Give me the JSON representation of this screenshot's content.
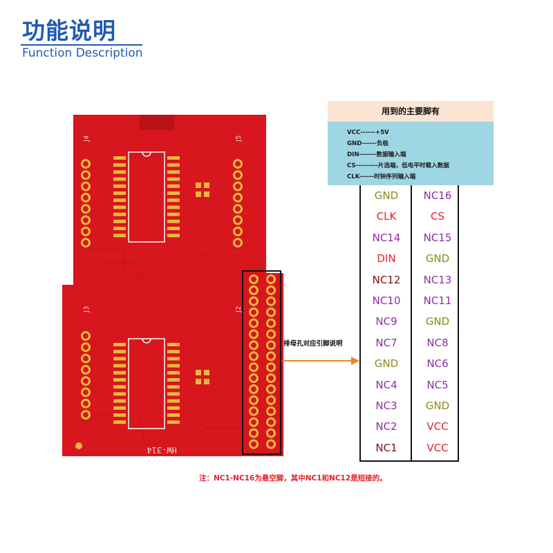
{
  "title": {
    "cn": "功能说明",
    "en": "Function Description"
  },
  "board": {
    "labels": {
      "j4": "J4",
      "j5": "J5",
      "j3": "J3",
      "j2": "J2",
      "model": "HW-314"
    }
  },
  "pinout": {
    "header": "用到的主要脚有",
    "legend": [
      "VCC------+5V",
      "GND------负极",
      "DIN-------数据输入端",
      "CS---------片选端，低电平时载入数据",
      "CLK------时钟序列输入端"
    ],
    "rows": [
      {
        "left": "GND",
        "right": "NC16",
        "left_color": "#8a8a1e",
        "right_color": "#8a2fa0"
      },
      {
        "left": "CLK",
        "right": "CS",
        "left_color": "#e5202a",
        "right_color": "#e5202a"
      },
      {
        "left": "NC14",
        "right": "NC15",
        "left_color": "#8a2fa0",
        "right_color": "#8a2fa0"
      },
      {
        "left": "DIN",
        "right": "GND",
        "left_color": "#e5202a",
        "right_color": "#8a8a1e"
      },
      {
        "left": "NC12",
        "right": "NC13",
        "left_color": "#7a1010",
        "right_color": "#8a2fa0"
      },
      {
        "left": "NC10",
        "right": "NC11",
        "left_color": "#8a2fa0",
        "right_color": "#8a2fa0"
      },
      {
        "left": "NC9",
        "right": "GND",
        "left_color": "#8a2fa0",
        "right_color": "#8a8a1e"
      },
      {
        "left": "NC7",
        "right": "NC8",
        "left_color": "#8a2fa0",
        "right_color": "#8a2fa0"
      },
      {
        "left": "GND",
        "right": "NC6",
        "left_color": "#8a8a1e",
        "right_color": "#8a2fa0"
      },
      {
        "left": "NC4",
        "right": "NC5",
        "left_color": "#8a2fa0",
        "right_color": "#8a2fa0"
      },
      {
        "left": "NC3",
        "right": "GND",
        "left_color": "#8a2fa0",
        "right_color": "#8a8a1e"
      },
      {
        "left": "NC2",
        "right": "VCC",
        "left_color": "#8a2fa0",
        "right_color": "#e5202a"
      },
      {
        "left": "NC1",
        "right": "VCC",
        "left_color": "#7a1010",
        "right_color": "#e5202a"
      }
    ]
  },
  "arrow_label": "排母孔对应引脚说明",
  "note": "注：NC1-NC16为悬空脚，其中NC1和NC12是短接的。",
  "colors": {
    "title": "#1f5bb0",
    "pcb": "#d7161d",
    "pad": "#e9b93c",
    "note": "#e5202a",
    "arrow": "#e8862a"
  }
}
